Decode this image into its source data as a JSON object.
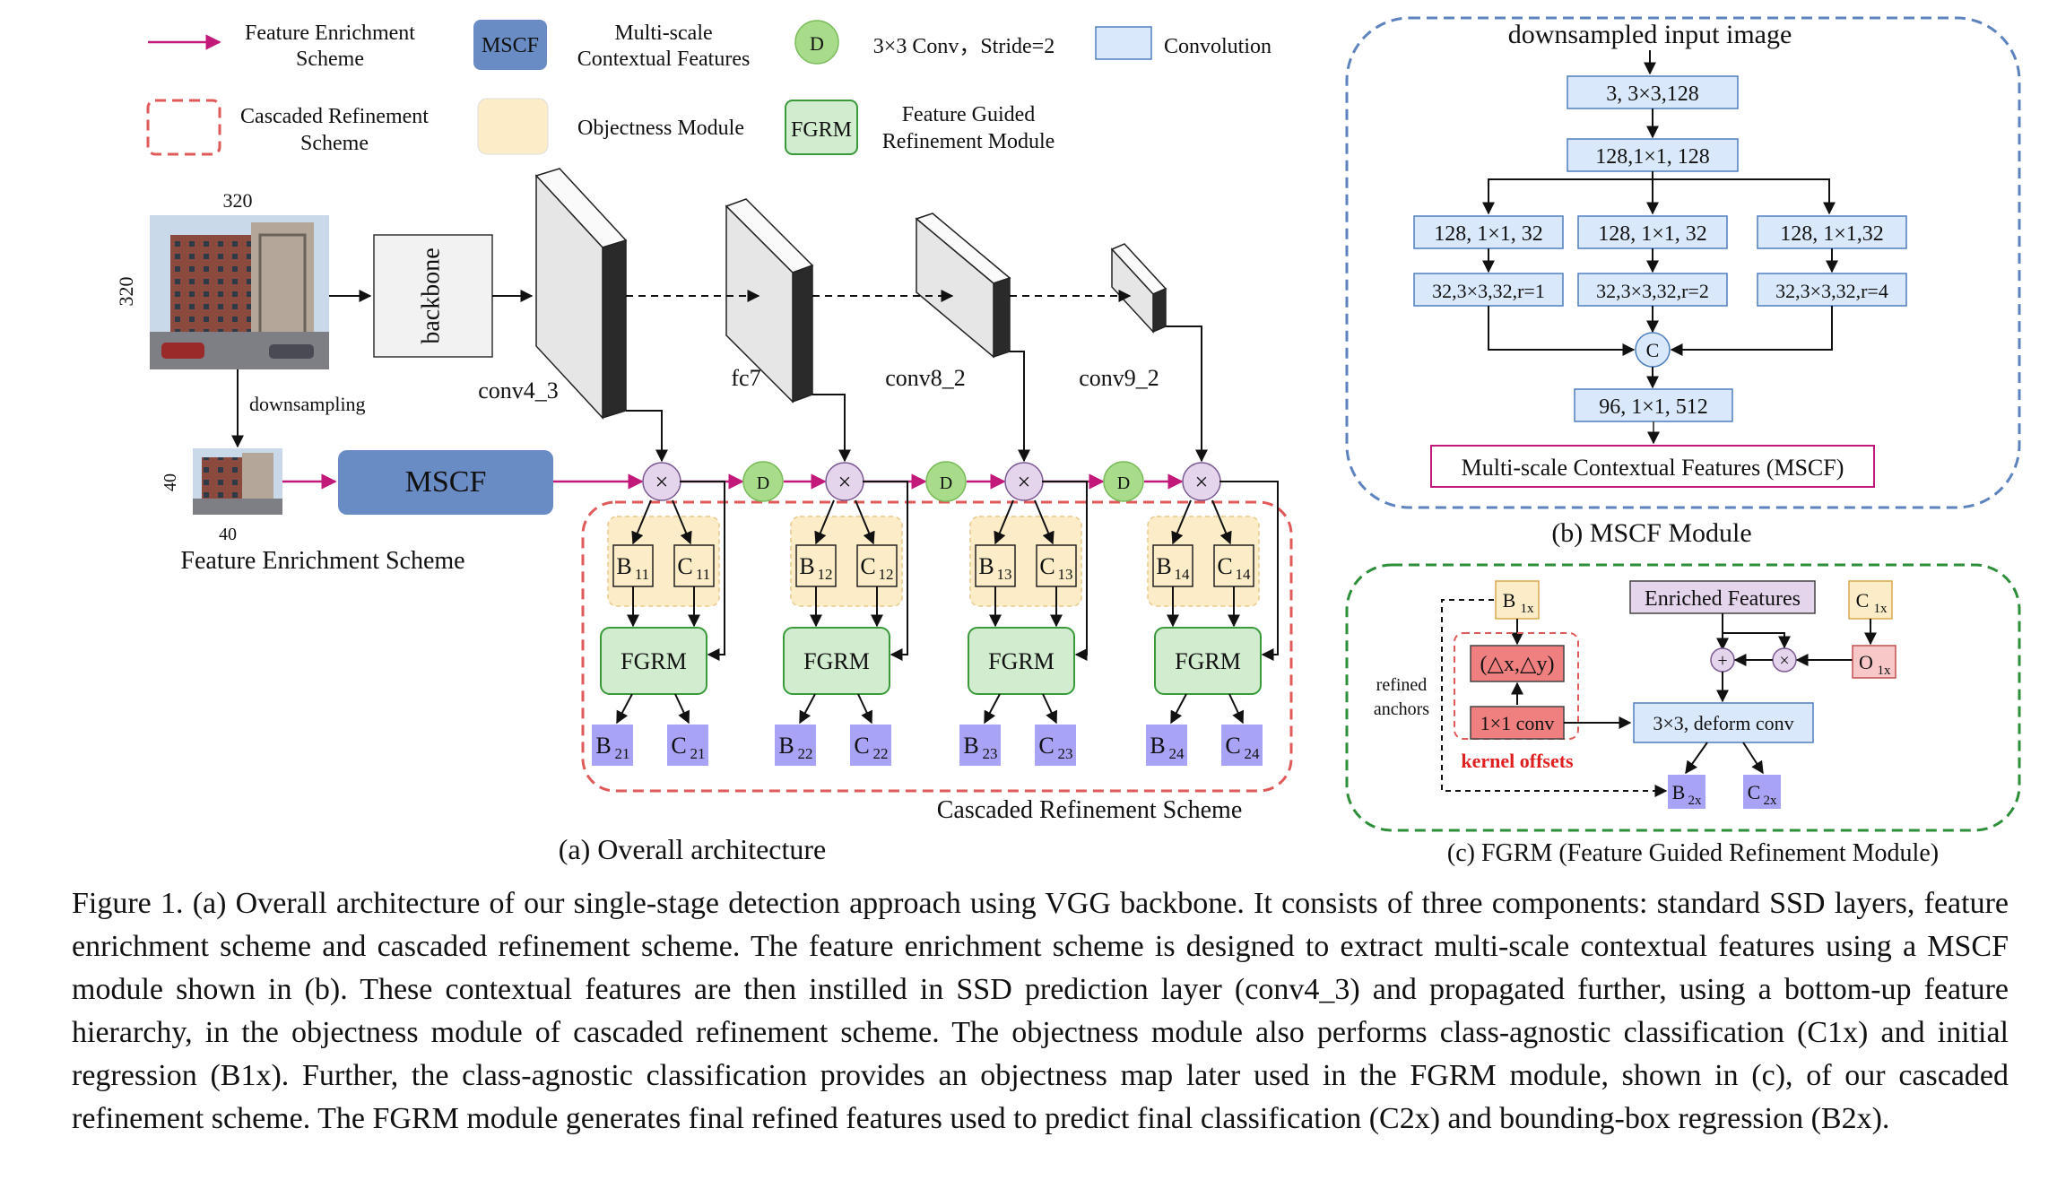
{
  "legend": {
    "feature_enrichment": [
      "Feature Enrichment",
      "Scheme"
    ],
    "cascaded_refinement": [
      "Cascaded Refinement",
      "Scheme"
    ],
    "mscf_box": "MSCF",
    "mscf_desc": [
      "Multi-scale",
      "Contextual Features"
    ],
    "objectness": "Objectness Module",
    "d_symbol": "D",
    "d_desc": "3×3 Conv，Stride=2",
    "fgrm_box": "FGRM",
    "fgrm_desc": [
      "Feature Guided",
      "Refinement Module"
    ],
    "convolution": "Convolution"
  },
  "panel_a": {
    "img_top_size": "320",
    "img_left_size": "320",
    "downsampling": "downsampling",
    "img_small_left": "40",
    "img_small_bottom": "40",
    "backbone": "backbone",
    "layers": [
      "conv4_3",
      "fc7",
      "conv8_2",
      "conv9_2"
    ],
    "mscf": "MSCF",
    "fes_label": "Feature Enrichment Scheme",
    "multiply": "×",
    "d": "D",
    "fgrm": "FGRM",
    "objectness_B": [
      "B",
      "B",
      "B",
      "B"
    ],
    "objectness_B_sub": [
      "11",
      "12",
      "13",
      "14"
    ],
    "objectness_C_sub": [
      "11",
      "12",
      "13",
      "14"
    ],
    "output_B_sub": [
      "21",
      "22",
      "23",
      "24"
    ],
    "output_C_sub": [
      "21",
      "22",
      "23",
      "24"
    ],
    "letter_B": "B",
    "letter_C": "C",
    "crs_label": "Cascaded  Refinement Scheme",
    "title": "(a) Overall architecture"
  },
  "panel_b": {
    "input": "downsampled input image",
    "conv1": "3, 3×3,128",
    "conv2": "128,1×1, 128",
    "branch_1x1": [
      "128, 1×1, 32",
      "128, 1×1, 32",
      "128, 1×1,32"
    ],
    "branch_3x3": [
      "32,3×3,32,r=1",
      "32,3×3,32,r=2",
      "32,3×3,32,r=4"
    ],
    "concat": "C",
    "conv_out": "96, 1×1, 512",
    "output": "Multi-scale Contextual Features (MSCF)",
    "title": "(b) MSCF Module"
  },
  "panel_c": {
    "b1x": "B",
    "b1x_sub": "1x",
    "c1x": "C",
    "c1x_sub": "1x",
    "o1x": "O",
    "o1x_sub": "1x",
    "enriched": "Enriched Features",
    "delta": "(△x,△y)",
    "conv1x1": "1×1 conv",
    "kernel_offsets": "kernel offsets",
    "deform": "3×3, deform conv",
    "refined_anchors": [
      "refined",
      "anchors"
    ],
    "plus": "+",
    "times": "×",
    "b2x": "B",
    "b2x_sub": "2x",
    "c2x": "C",
    "c2x_sub": "2x",
    "title": "(c) FGRM (Feature Guided Refinement Module)"
  },
  "caption": "Figure 1. (a) Overall architecture of our single-stage detection approach using VGG backbone. It consists of three components: standard SSD layers, feature enrichment scheme and cascaded refinement scheme. The feature enrichment scheme is designed to extract multi-scale contextual features using a MSCF module shown in (b). These contextual features are then instilled in SSD prediction layer (conv4_3) and propagated further, using a bottom-up feature hierarchy, in the objectness module of cascaded refinement scheme. The objectness module also performs class-agnostic classification (C1x) and initial regression (B1x). Further, the class-agnostic classification provides an objectness map later used in the FGRM module, shown in (c), of our cascaded refinement scheme. The FGRM module generates final refined features used to predict final classification (C2x) and bounding-box regression (B2x).",
  "colors": {
    "magenta": "#c2187a",
    "mscf_fill": "#6a8cc4",
    "d_fill": "#a8dc8a",
    "conv_fill": "#dae8fb",
    "objectness_fill": "#fcedc8",
    "fgrm_fill": "#d2ecd0",
    "fgrm_stroke": "#3a9a3a",
    "crs_dash": "#e05a5a",
    "mscf_panel_dash": "#5d83bf",
    "fgrm_panel_dash": "#2d8f3a",
    "output_fill": "#a8a3f4",
    "xnode_fill": "#e4d4ec",
    "red_box": "#f08080",
    "enriched_fill": "#e4d4ec",
    "kernel_offsets": "#e02020"
  }
}
